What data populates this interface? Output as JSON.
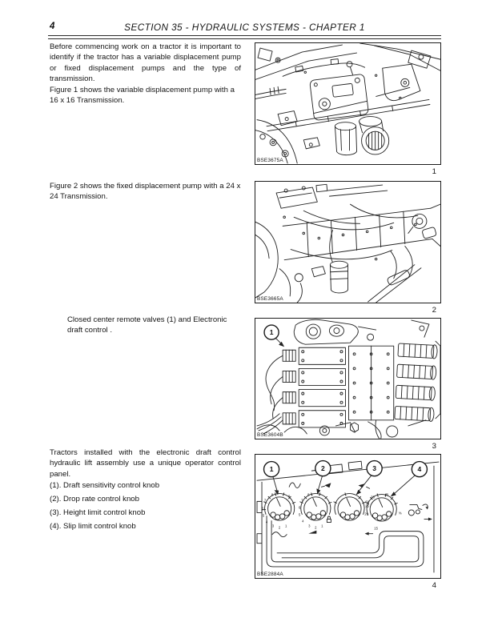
{
  "header": {
    "page_number": "4",
    "title": "SECTION 35 - HYDRAULIC SYSTEMS - CHAPTER 1"
  },
  "content": {
    "intro": "Before commencing work on a tractor it is important to identify if the tractor has a variable displacement pump or fixed displacement pumps and the type of transmission.",
    "figure1_caption": "Figure  1 shows the variable displacement pump with a 16 x 16 Transmission.",
    "figure2_caption": "Figure  2 shows the fixed displacement pump with a 24 x 24 Transmission.",
    "figure3_caption": "Closed center remote valves (1) and Electronic draft control .",
    "panel_intro": "Tractors installed with the electronic draft control hydraulic lift assembly use a unique operator control panel.",
    "knob_list": [
      "(1). Draft sensitivity control knob",
      "(2). Drop rate control knob",
      "(3). Height limit control knob",
      "(4). Slip limit control knob"
    ]
  },
  "figures": [
    {
      "number": "1",
      "photo_code": "BSE3675A"
    },
    {
      "number": "2",
      "photo_code": "BSE3665A"
    },
    {
      "number": "3",
      "photo_code": "BSE3604B",
      "callout": "1"
    },
    {
      "number": "4",
      "photo_code": "BSE2884A",
      "callouts": [
        "1",
        "2",
        "3",
        "4"
      ],
      "knob_ticks": {
        "knob1": [
          "1",
          "2",
          "3",
          "4",
          "5",
          "6",
          "7",
          "8",
          "9"
        ],
        "knob2": [
          "1",
          "2",
          "3",
          "4",
          "5",
          "6",
          "7",
          "8"
        ],
        "knob3": [
          "60"
        ],
        "knob4": [
          "15",
          "20",
          "25",
          "30",
          "40",
          "%"
        ]
      }
    }
  ]
}
